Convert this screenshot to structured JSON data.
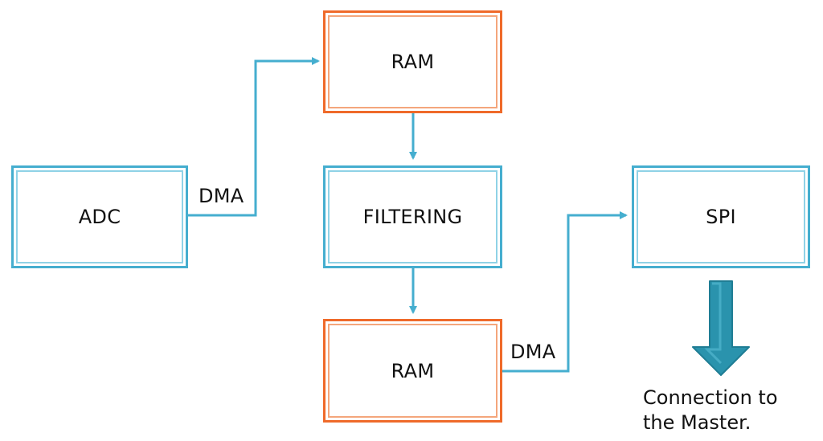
{
  "nodes": {
    "adc": "ADC",
    "ram_top": "RAM",
    "filtering": "FILTERING",
    "ram_bottom": "RAM",
    "spi": "SPI"
  },
  "edges": {
    "adc_to_ram": "DMA",
    "ram_to_spi": "DMA"
  },
  "caption": {
    "line1": "Connection to",
    "line2": "the Master."
  },
  "colors": {
    "blue": "#45aecf",
    "orange": "#ef6a2a",
    "big_arrow": "#2a93ad"
  },
  "icons": {
    "big_arrow": "down-arrow-icon"
  }
}
